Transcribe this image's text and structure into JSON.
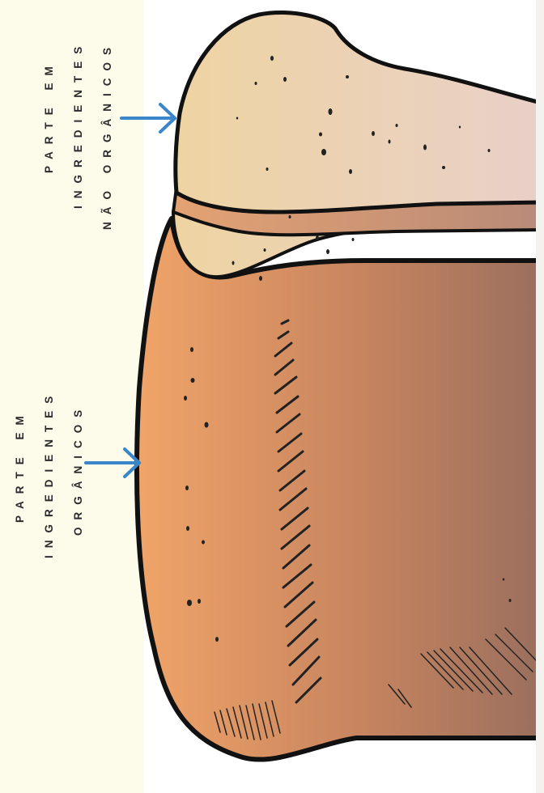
{
  "labels": {
    "nonorganic": {
      "line1": "PARTE EM",
      "line2": "INGREDIENTES",
      "line3": "NÃO ORGÂNICOS"
    },
    "organic": {
      "line1": "PARTE EM",
      "line2": "INGREDIENTES",
      "line3": "ORGÂNICOS"
    }
  },
  "arrow_color": "#3a86c8",
  "colors": {
    "organic_fill_start": "#f0a468",
    "organic_fill_end": "#9a6f5e",
    "nonorganic_fill_start": "#edd3a4",
    "nonorganic_fill_end": "#e8cec2",
    "seam_fill": "#d89a72",
    "outline": "#111111",
    "side_panel": "#fdfbe9"
  }
}
